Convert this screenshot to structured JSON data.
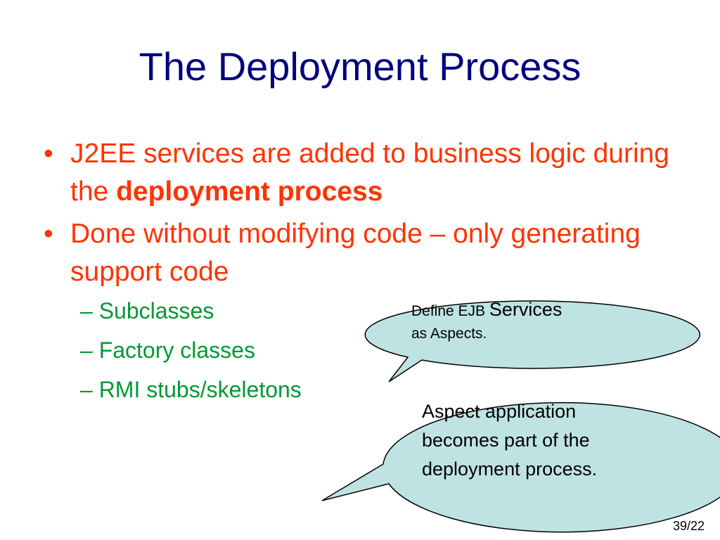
{
  "slide": {
    "title": "The Deployment Process",
    "bullets": [
      {
        "marker": "•",
        "text": "J2EE services are added to business logic during the ",
        "bold": "deployment process"
      },
      {
        "marker": "•",
        "text": "Done without modifying code – only generating support code"
      }
    ],
    "sub_bullets": [
      "– Subclasses",
      "– Factory classes",
      "– RMI stubs/skeletons"
    ],
    "callout1": {
      "part1": "Define EJB ",
      "part2": "Services",
      "part3": "as Aspects."
    },
    "callout2": {
      "line1": "Aspect application",
      "line2": "becomes part of the",
      "line3": "deployment process."
    },
    "page_number": "39/22"
  },
  "colors": {
    "title": "#000080",
    "bullet": "#ff3300",
    "sub_bullet": "#009933",
    "callout_fill": "#bfe3e3"
  }
}
